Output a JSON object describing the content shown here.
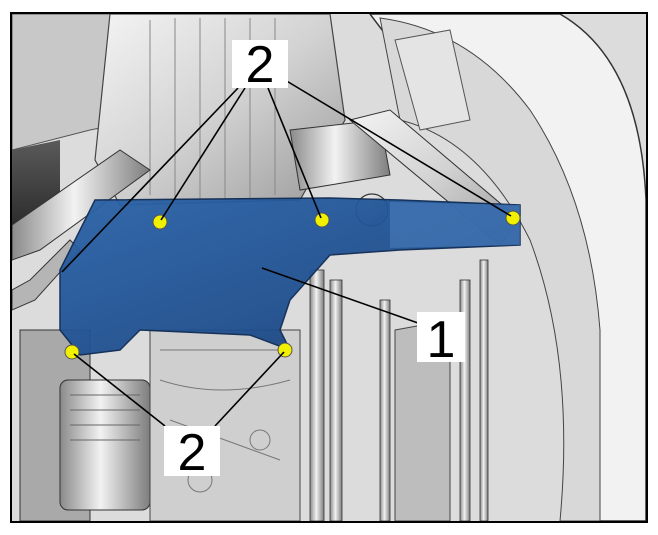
{
  "callouts": {
    "one": "1",
    "two_top": "2",
    "two_bottom": "2"
  },
  "colors": {
    "shield_blue": "#1f4f8f",
    "bolt_yellow": "#f0f000",
    "border": "#000000",
    "label_bg": "#ffffff"
  }
}
